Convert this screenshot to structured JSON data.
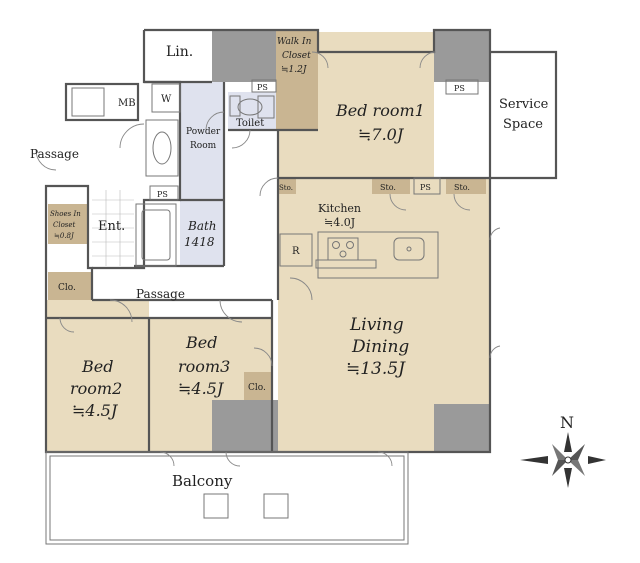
{
  "colors": {
    "room_tan": "#e9dcbf",
    "closet_tan": "#c9b592",
    "wet_blue": "#dfe2ee",
    "column_gray": "#9a9a9a",
    "wall": "#555555"
  },
  "rooms": {
    "linen": "Lin.",
    "walk_in_closet": [
      "Walk In",
      "Closet",
      "≒1.2J"
    ],
    "ps_toilet": "PS",
    "ps_bed1": "PS",
    "toilet": "Toilet",
    "mb": "MB",
    "w": "W",
    "powder_room": [
      "Powder",
      "Room"
    ],
    "bedroom1": [
      "Bed room1",
      "≒7.0J"
    ],
    "service_space": [
      "Service",
      "Space"
    ],
    "passage_left": "Passage",
    "ps_bath": "PS",
    "sto_left": "Sto.",
    "sto_mid": "Sto.",
    "ps_kitchen": "PS",
    "sto_right": "Sto.",
    "shoes_closet": [
      "Shoes In",
      "Closet",
      "≒0.8J"
    ],
    "entrance": "Ent.",
    "bath": [
      "Bath",
      "1418"
    ],
    "kitchen": [
      "Kitchen",
      "≒4.0J"
    ],
    "fridge": "R",
    "clo_bed2": "Clo.",
    "passage_center": "Passage",
    "living_dining": [
      "Living",
      "Dining",
      "≒13.5J"
    ],
    "bedroom2": [
      "Bed",
      "room2",
      "≒4.5J"
    ],
    "bedroom3": [
      "Bed",
      "room3",
      "≒4.5J"
    ],
    "clo_bed3": "Clo.",
    "balcony": "Balcony"
  },
  "compass": {
    "north": "N"
  }
}
